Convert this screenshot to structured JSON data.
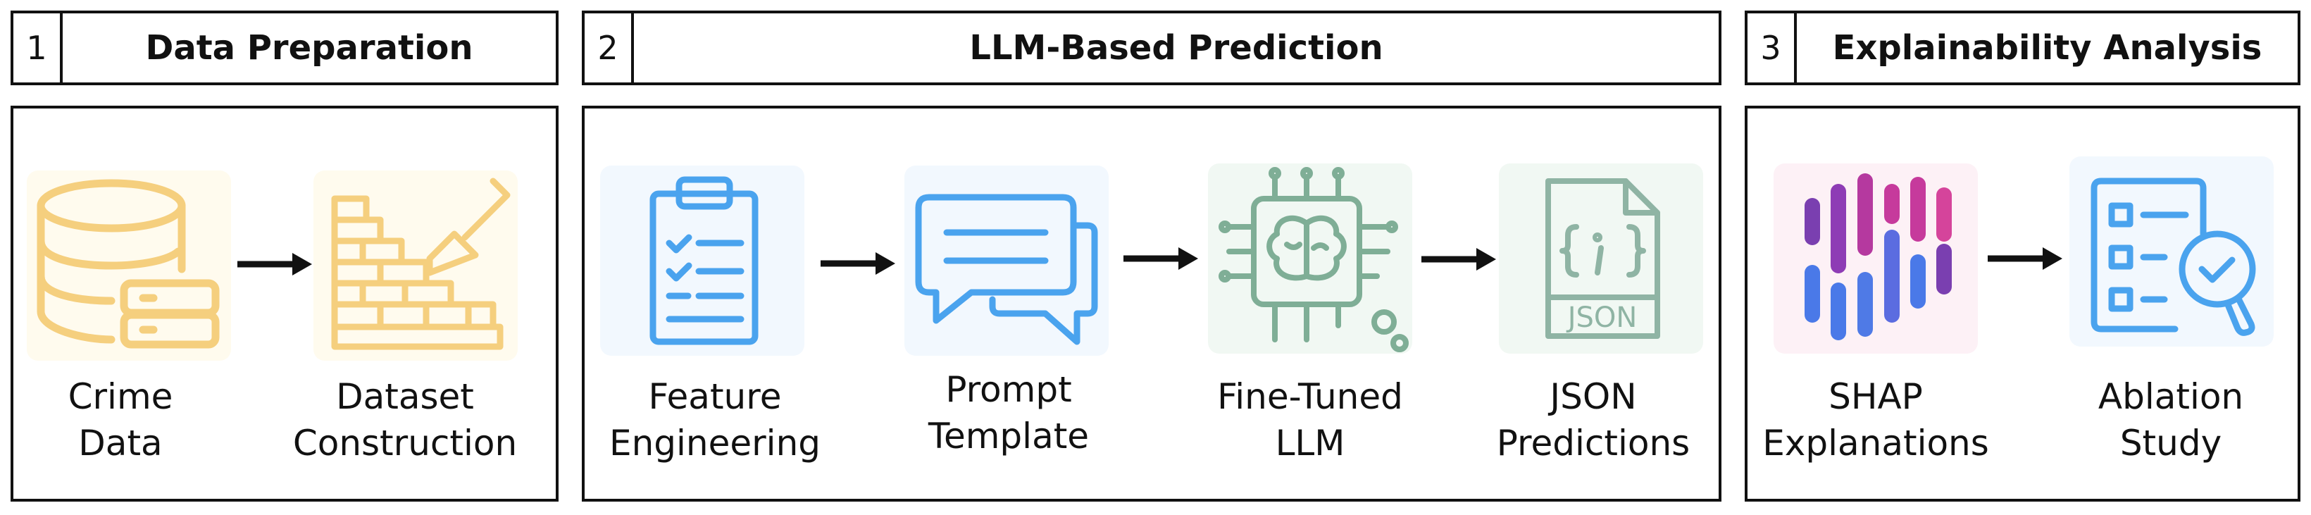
{
  "sections": [
    {
      "number": "1",
      "title": "Data Preparation"
    },
    {
      "number": "2",
      "title": "LLM-Based Prediction"
    },
    {
      "number": "3",
      "title": "Explainability Analysis"
    }
  ],
  "steps": [
    {
      "line1": "Crime",
      "line2": "Data",
      "icon": "database-icon"
    },
    {
      "line1": "Dataset",
      "line2": "Construction",
      "icon": "brick-wall-trowel-icon"
    },
    {
      "line1": "Feature",
      "line2": "Engineering",
      "icon": "clipboard-checklist-icon"
    },
    {
      "line1": "Prompt",
      "line2": "Template",
      "icon": "chat-bubbles-icon"
    },
    {
      "line1": "Fine-Tuned",
      "line2": "LLM",
      "icon": "brain-chip-icon"
    },
    {
      "line1": "JSON",
      "line2": "Predictions",
      "icon": "json-file-icon",
      "icon_text": "JSON"
    },
    {
      "line1": "SHAP",
      "line2": "Explanations",
      "icon": "shap-bars-icon"
    },
    {
      "line1": "Ablation",
      "line2": "Study",
      "icon": "checklist-magnifier-icon"
    }
  ],
  "colors": {
    "data_prep": "#F5CF7E",
    "prediction_blue": "#4AA3EE",
    "llm_green": "#7FAE96",
    "json_gray": "#8FB4A4",
    "shap_purple": "#7A3FB0",
    "shap_pink": "#C63A9C",
    "shap_blue": "#4A79E8"
  }
}
